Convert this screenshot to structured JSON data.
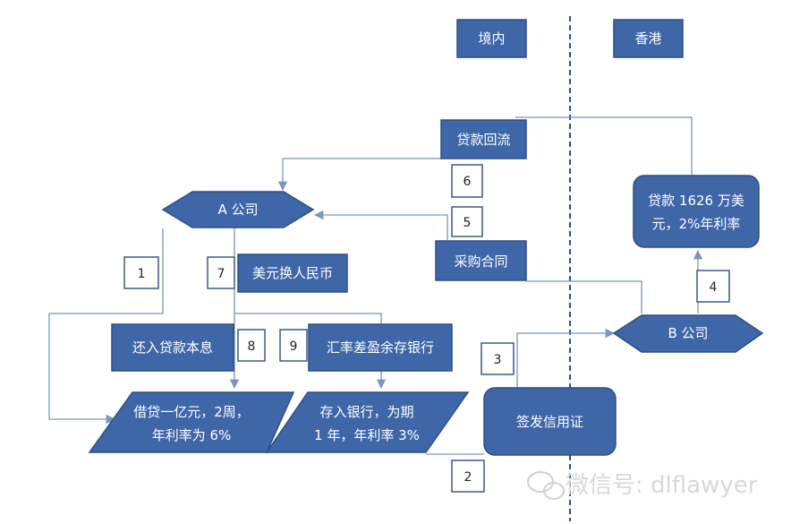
{
  "regions": {
    "domestic": "境内",
    "hongkong": "香港"
  },
  "nodes": {
    "loan_return": "贷款回流",
    "company_a": "A 公司",
    "company_b": "B 公司",
    "purchase_contract": "采购合同",
    "hk_loan_line1": "贷款 1626 万美",
    "hk_loan_line2": "元，2%年利率",
    "usd_to_rmb": "美元换人民币",
    "repay_loan": "还入贷款本息",
    "fx_gain_deposit": "汇率差盈余存银行",
    "borrow_line1": "借贷一亿元，2周，",
    "borrow_line2": "年利率为 6%",
    "deposit_line1": "存入银行，为期",
    "deposit_line2": "1 年，年利率 3%",
    "issue_lc": "签发信用证"
  },
  "steps": {
    "s1": "1",
    "s2": "2",
    "s3": "3",
    "s4": "4",
    "s5": "5",
    "s6": "6",
    "s7": "7",
    "s8": "8",
    "s9": "9"
  },
  "watermark": "微信号: dlflawyer",
  "colors": {
    "box_fill": "#3f67a8",
    "box_stroke": "#2d4f86",
    "line": "#7c95bd",
    "divider": "#2d4f86"
  }
}
